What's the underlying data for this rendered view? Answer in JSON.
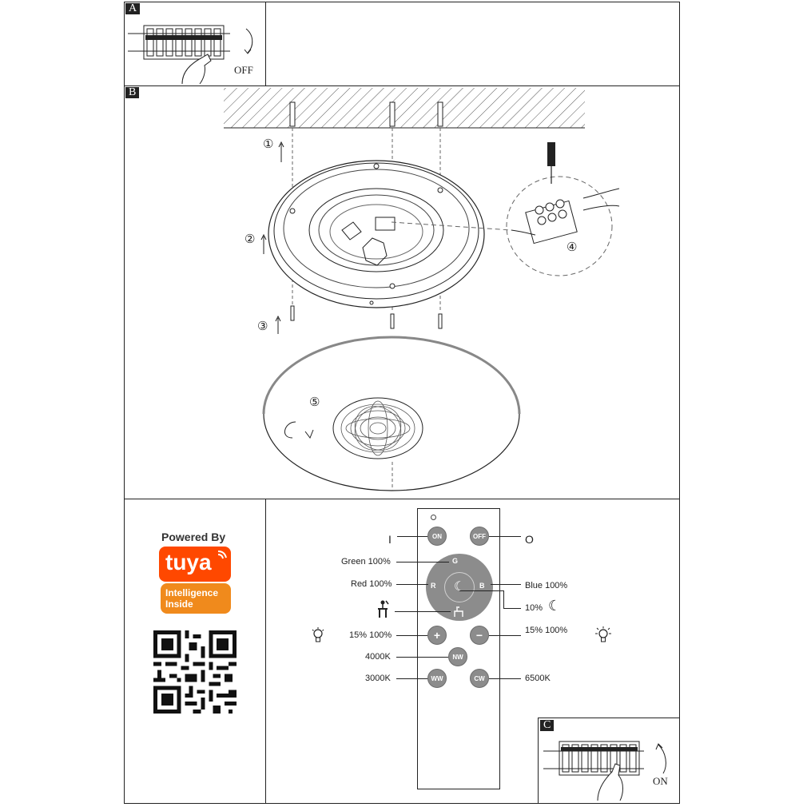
{
  "sections": {
    "a": {
      "label": "A",
      "caption": "OFF"
    },
    "b": {
      "label": "B",
      "steps": [
        "①",
        "②",
        "③",
        "④",
        "⑤"
      ]
    },
    "c": {
      "label": "C",
      "caption": "ON"
    }
  },
  "branding": {
    "powered_by": "Powered By",
    "brand": "tuya",
    "badge_line1": "Intelligence",
    "badge_line2": "Inside",
    "colors": {
      "brand": "#ff4800",
      "badge": "#f08a1c"
    }
  },
  "remote": {
    "buttons": {
      "on": "ON",
      "off": "OFF",
      "green": "G",
      "red": "R",
      "blue": "B",
      "plus": "+",
      "minus": "−",
      "nw": "NW",
      "ww": "WW",
      "cw": "CW"
    },
    "labels": {
      "power_on": "I",
      "power_off": "O",
      "green": "Green 100%",
      "red": "Red 100%",
      "blue": "Blue 100%",
      "night": "10%",
      "brightness_up": "15% 100%",
      "brightness_down": "15% 100%",
      "nw": "4000K",
      "ww": "3000K",
      "cw": "6500K"
    }
  }
}
